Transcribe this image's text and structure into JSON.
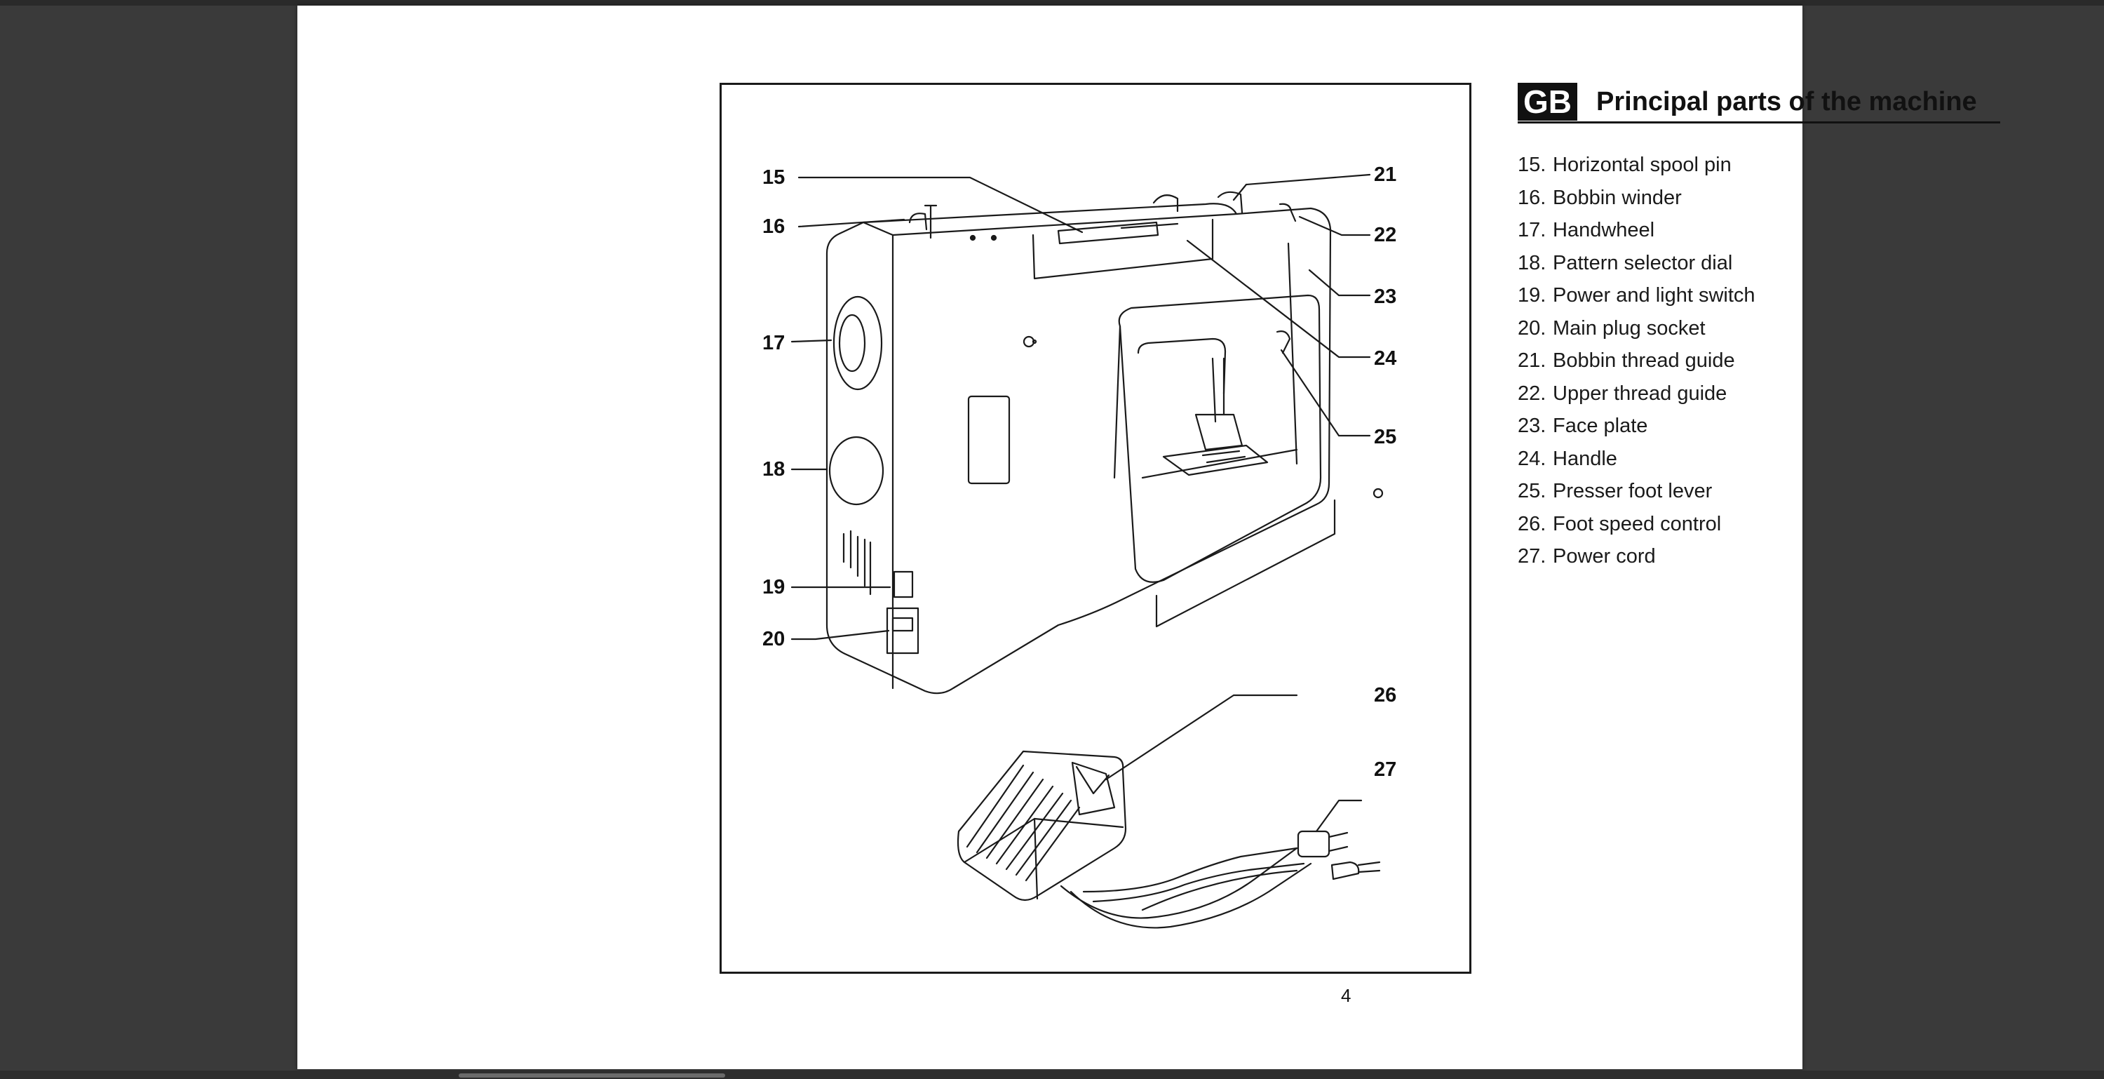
{
  "viewer": {
    "page_number": "4"
  },
  "heading": {
    "badge": "GB",
    "title": "Principal parts of the machine"
  },
  "parts": [
    {
      "num": "15.",
      "label": "Horizontal spool pin"
    },
    {
      "num": "16.",
      "label": "Bobbin winder"
    },
    {
      "num": "17.",
      "label": "Handwheel"
    },
    {
      "num": "18.",
      "label": "Pattern selector dial"
    },
    {
      "num": "19.",
      "label": "Power and light switch"
    },
    {
      "num": "20.",
      "label": "Main plug socket"
    },
    {
      "num": "21.",
      "label": "Bobbin thread guide"
    },
    {
      "num": "22.",
      "label": "Upper thread guide"
    },
    {
      "num": "23.",
      "label": "Face plate"
    },
    {
      "num": "24.",
      "label": "Handle"
    },
    {
      "num": "25.",
      "label": "Presser foot lever"
    },
    {
      "num": "26.",
      "label": "Foot speed control"
    },
    {
      "num": "27.",
      "label": "Power cord"
    }
  ],
  "callouts": [
    "15",
    "16",
    "17",
    "18",
    "19",
    "20",
    "21",
    "22",
    "23",
    "24",
    "25",
    "26",
    "27"
  ]
}
